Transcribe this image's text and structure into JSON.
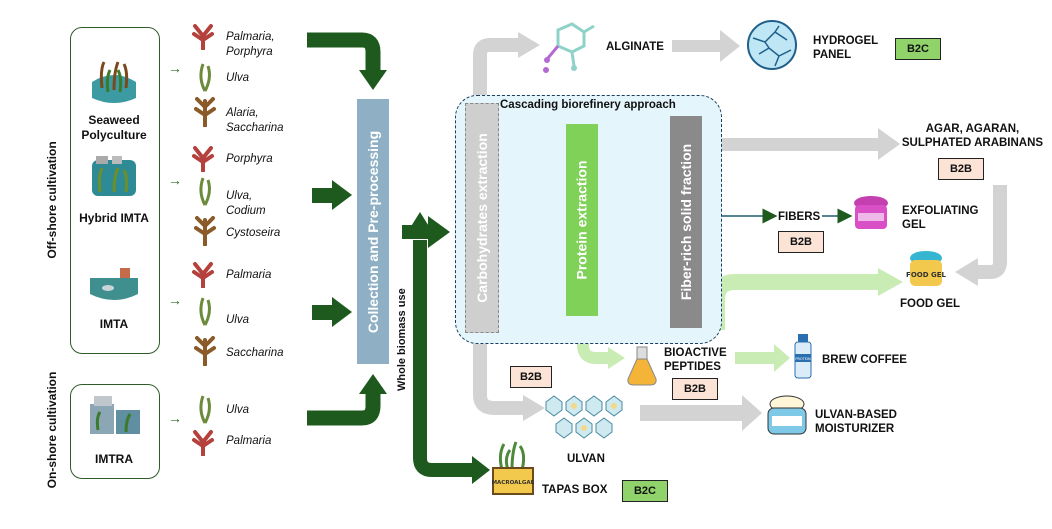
{
  "labels": {
    "offshore": "Off-shore cultivation",
    "onshore": "On-shore cultivation",
    "whole_biomass": "Whole biomass use",
    "collection": "Collection and Pre-processing",
    "cascading": "Cascading biorefinery approach",
    "carbohydrates": "Carbohydrates extraction",
    "protein": "Protein extraction",
    "fiber_fraction": "Fiber-rich solid fraction"
  },
  "sites": [
    {
      "name": "Seaweed Polyculture",
      "species": [
        "Palmaria, Porphyra",
        "Ulva",
        "Alaria, Saccharina"
      ]
    },
    {
      "name": "Hybrid IMTA",
      "species": [
        "Porphyra",
        "Ulva, Codium",
        "Cystoseira"
      ]
    },
    {
      "name": "IMTA",
      "species": [
        "Palmaria",
        "Ulva",
        "Saccharina"
      ]
    },
    {
      "name": "IMTRA",
      "species": [
        "Ulva",
        "Palmaria"
      ]
    }
  ],
  "products": {
    "alginate": "ALGINATE",
    "hydrogel": "HYDROGEL PANEL",
    "agar": "AGAR, AGARAN, SULPHATED ARABINANS",
    "fibers": "FIBERS",
    "exfoliating": "EXFOLIATING GEL",
    "food_gel": "FOOD GEL",
    "peptides": "BIOACTIVE PEPTIDES",
    "brew": "BREW COFFEE",
    "ulvan": "ULVAN",
    "moisturizer": "ULVAN-BASED MOISTURIZER",
    "tapas": "TAPAS BOX",
    "jar_label": "FOOD GEL",
    "box_label": "MACROALGAE",
    "bottle_label": "PROTEIN"
  },
  "badges": {
    "b2b": "B2B",
    "b2c": "B2C"
  },
  "colors": {
    "dark_green": "#1e5a1e",
    "light_green": "#8fd36a",
    "collection_bar": "#8fb0c4",
    "cascade_bg": "#e4f5fb",
    "grey_arrow": "#d0d0d0",
    "b2b_fill": "#fbe3d6"
  },
  "icons": [
    "seaweed-tank-icon",
    "alginate-molecule-icon",
    "hydrogel-sphere-icon",
    "exfoliating-gel-jar-icon",
    "food-gel-jar-icon",
    "flask-icon",
    "bottle-icon",
    "cream-jar-icon",
    "ulvan-chain-icon",
    "macroalgae-box-icon"
  ]
}
